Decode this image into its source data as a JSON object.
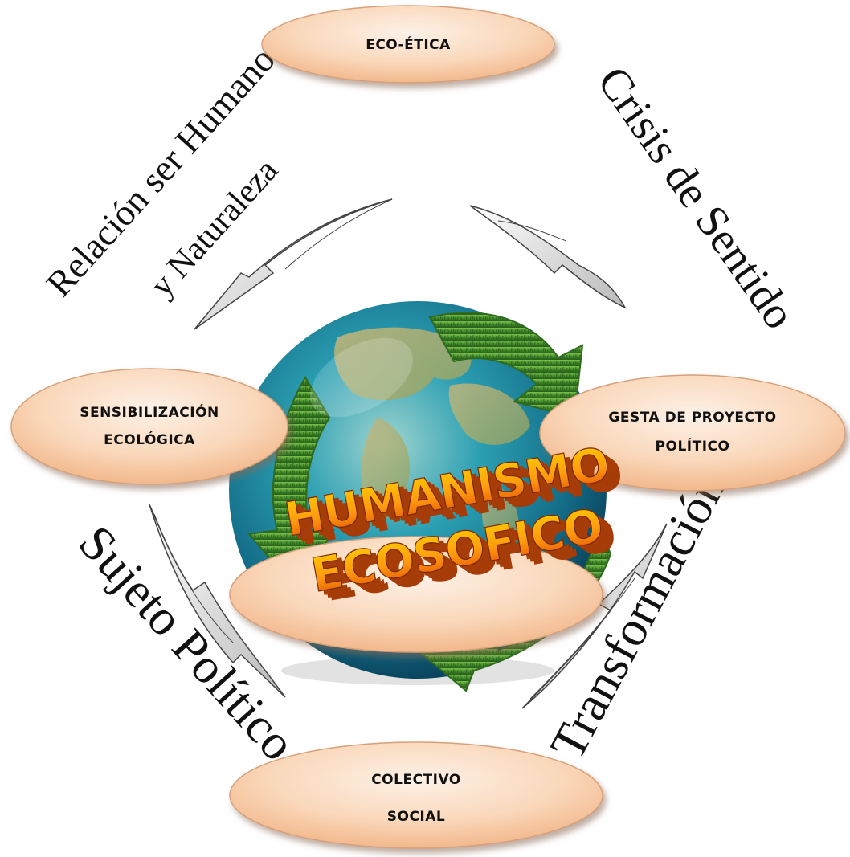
{
  "nodes": {
    "top": "ECO-ÉTICA",
    "left_line1": "SENSIBILIZACIÓN",
    "left_line2": "ECOLÓGICA",
    "right_line1": "GESTA DE PROYECTO",
    "right_line2": "POLÍTICO",
    "bottom_line1": "COLECTIVO",
    "bottom_line2": "SOCIAL"
  },
  "curved_labels": {
    "top_left_line1": "Relación ser Humano",
    "top_left_line2": "y Naturaleza",
    "top_right": "Crisis de Sentido",
    "bottom_left": "Sujeto Político",
    "bottom_right": "Transformación"
  },
  "center": {
    "line1": "HUMANISMO",
    "line2": "ECOSOFICO"
  },
  "colors": {
    "ellipse_light": "#fdeee2",
    "ellipse_dark": "#f5c49b",
    "ocean": "#1d8fa6",
    "grass": "#3f8a2a",
    "center_text_top": "#ffd200",
    "center_text_bottom": "#e04a06"
  },
  "icons": {
    "globe": "recycling-globe-icon",
    "arrow": "curved-arrow-icon"
  }
}
